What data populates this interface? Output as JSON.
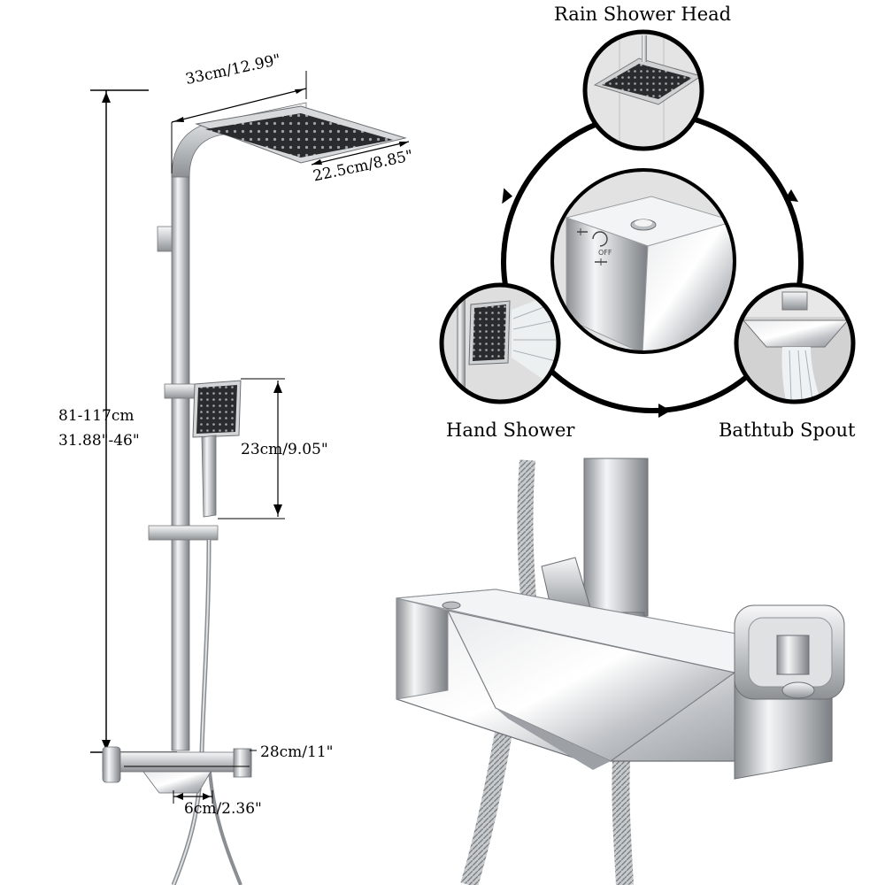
{
  "dimensions": {
    "height_range_cm": "81-117cm",
    "height_range_in": "31.88\"-46\"",
    "head_width": "33cm/12.99\"",
    "head_depth": "22.5cm/8.85\"",
    "hand_shower_length": "23cm/9.05\"",
    "mixer_width": "28cm/11\"",
    "spout_width": "6cm/2.36\""
  },
  "functions": {
    "top": "Rain Shower Head",
    "left": "Hand Shower",
    "right": "Bathtub Spout"
  },
  "valve_icons": [
    "shower-mode-icon",
    "off-label",
    "tub-mode-icon"
  ],
  "valve_off_text": "OFF",
  "colors": {
    "chrome_light": "#f2f2f2",
    "chrome_mid": "#c9cbcd",
    "chrome_dark": "#7d8185",
    "shower_face": "#2a2b2d",
    "line": "#000000"
  }
}
